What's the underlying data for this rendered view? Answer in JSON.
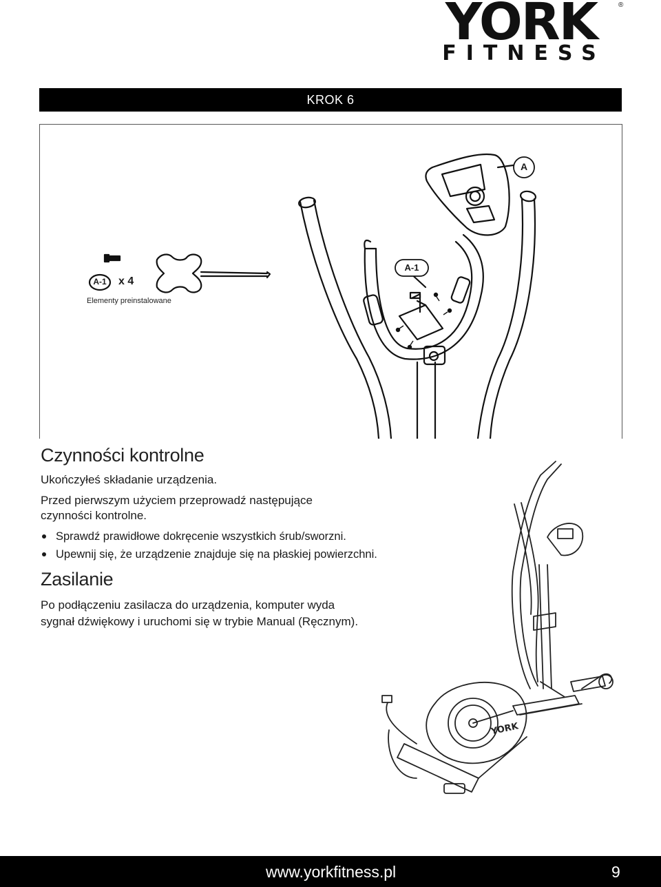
{
  "brand": {
    "name": "YORK",
    "sub": "FITNESS",
    "reg": "®"
  },
  "step": {
    "label": "KROK 6"
  },
  "figure": {
    "callout_a": "A",
    "callout_a1": "A-1",
    "part_id": "A-1",
    "part_qty": "x 4",
    "part_note": "Elementy preinstalowane"
  },
  "checks": {
    "heading": "Czynności kontrolne",
    "line1": "Ukończyłeś składanie urządzenia.",
    "line2": "Przed pierwszym użyciem przeprowadź następujące",
    "line3": "czynności kontrolne.",
    "bullets": [
      "Sprawdź prawidłowe dokręcenie wszystkich śrub/sworzni.",
      "Upewnij się, że urządzenie znajduje się na płaskiej powierzchni."
    ]
  },
  "power": {
    "heading": "Zasilanie",
    "line1": "Po podłączeniu zasilacza do urządzenia, komputer wyda",
    "line2": "sygnał dźwiękowy i uruchomi się w trybie Manual (Ręcznym)."
  },
  "machine_brand": "YORK",
  "footer": {
    "url": "www.yorkfitness.pl",
    "page": "9"
  }
}
